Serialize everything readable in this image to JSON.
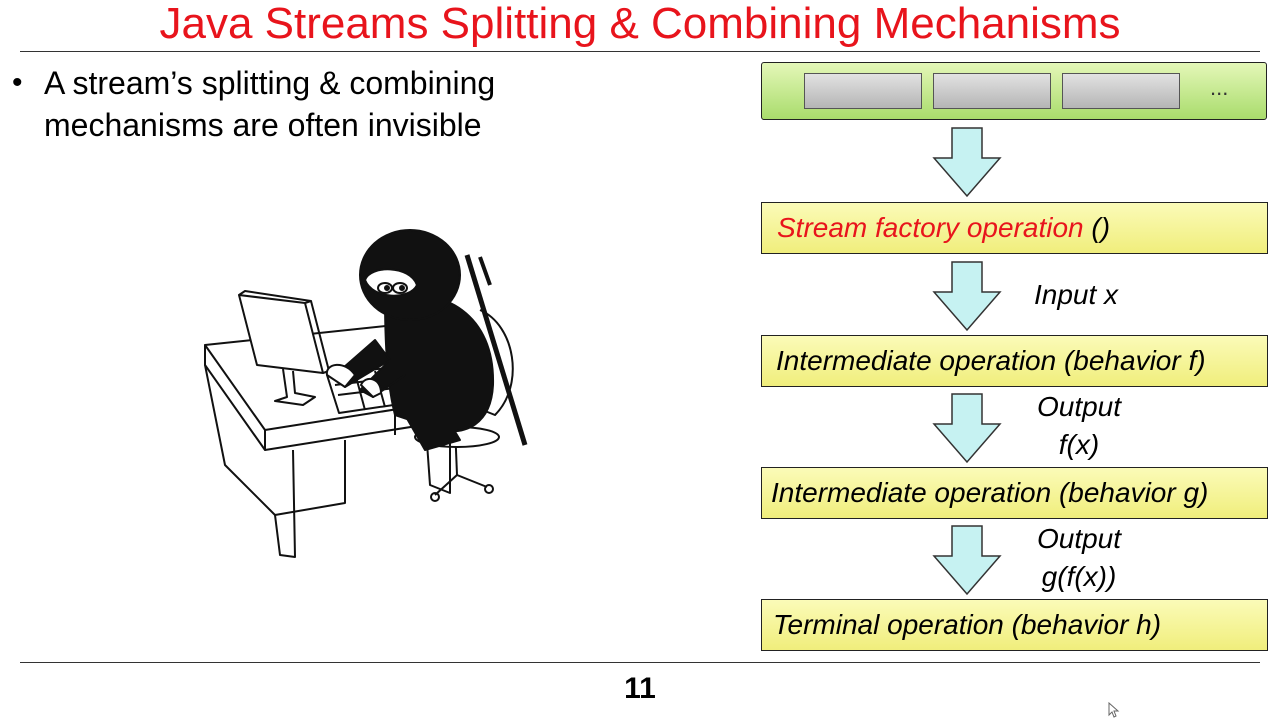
{
  "slide": {
    "title": "Java Streams Splitting & Combining Mechanisms",
    "bullet_symbol": "•",
    "bullet": "A stream’s splitting & combining mechanisms are often invisible",
    "page_number": "11"
  },
  "diagram": {
    "stream_more": "...",
    "factory_op": {
      "text": "Stream factory operation",
      "suffix": " ()"
    },
    "intermediate_f": "Intermediate operation (behavior f)",
    "intermediate_g": "Intermediate operation (behavior g)",
    "terminal": "Terminal operation (behavior h)",
    "label_input": "Input x",
    "label_output1": "Output",
    "label_output1_value": "f(x)",
    "label_output2": "Output",
    "label_output2_value": "g(f(x))"
  },
  "colors": {
    "title": "#e8141c",
    "stream_bar": "#b8e27a",
    "op_box": "#f5f39a",
    "arrow": "#c6f2f2"
  },
  "icons": [
    "ninja-illustration",
    "mouse-cursor-icon"
  ]
}
